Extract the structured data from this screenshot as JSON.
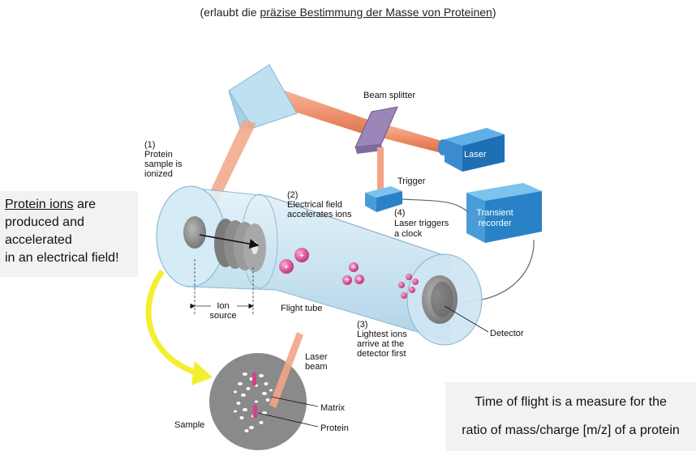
{
  "caption": {
    "prefix": "(erlaubt die ",
    "underlined": "präzise Bestimmung der Masse von Proteinen",
    "suffix": ")"
  },
  "left_note": {
    "underlined": "Protein ions",
    "line1_rest": " are",
    "line2": "produced and",
    "line3": "accelerated",
    "line4": "in an electrical field!"
  },
  "right_note": {
    "line1": "Time of flight is a measure for the",
    "line2": "ratio of mass/charge [m/z] of a protein"
  },
  "diagram": {
    "beam_splitter": "Beam splitter",
    "laser": "Laser",
    "trigger": "Trigger",
    "transient_recorder": [
      "Transient",
      "recorder"
    ],
    "step1": [
      "(1)",
      "Protein",
      "sample is",
      "ionized"
    ],
    "step2": [
      "(2)",
      "Electrical field",
      "accelerates ions"
    ],
    "step3": [
      "(3)",
      "Lightest ions",
      "arrive at the",
      "detector first"
    ],
    "step4": [
      "(4)",
      "Laser triggers",
      "a clock"
    ],
    "ion_source": [
      "Ion",
      "source"
    ],
    "flight_tube": "Flight tube",
    "detector": "Detector",
    "laser_beam": [
      "Laser",
      "beam"
    ],
    "matrix": "Matrix",
    "protein": "Protein",
    "sample": "Sample",
    "ion_symbol": "+"
  },
  "colors": {
    "tube": "#c6e1f0",
    "tube_edge": "#7fb2cf",
    "beam": "#ef8f6a",
    "laser_box": "#1f6fb5",
    "arrow": "#f4ef2e",
    "ion": "#d83f8c",
    "disk": "#8a8a8a"
  }
}
